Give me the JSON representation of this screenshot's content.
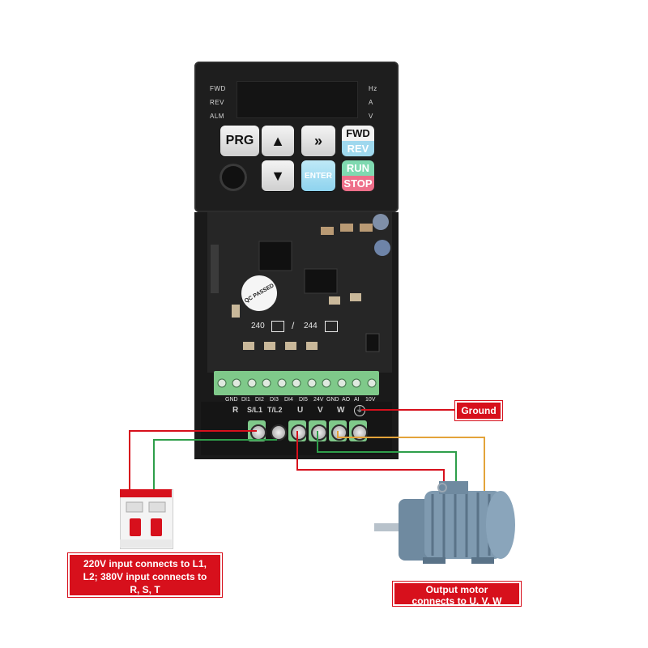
{
  "keypad": {
    "indicators_left": [
      "FWD",
      "REV",
      "ALM"
    ],
    "indicators_right": [
      "Hz",
      "A",
      "V"
    ],
    "keys": {
      "prg": "PRG",
      "fwd": "FWD",
      "rev": "REV",
      "enter": "ENTER",
      "run": "RUN",
      "stop": "STOP"
    }
  },
  "pcb": {
    "model_code": "240",
    "model_code_alt": "244",
    "badge": "QC PASSED",
    "control_terminals": [
      "GND",
      "DI1",
      "DI2",
      "DI3",
      "DI4",
      "DI5",
      "24V",
      "GND",
      "AO",
      "AI",
      "10V"
    ],
    "power_terminals": [
      "R",
      "S/L1",
      "T/L2",
      "U",
      "V",
      "W"
    ]
  },
  "callouts": {
    "ground": "Ground",
    "input_line1": "220V input connects to L1,",
    "input_line2": "L2; 380V input connects to",
    "input_line3": "R, S, T",
    "output_line1": "Output motor",
    "output_line2": "connects to U, V, W"
  },
  "colors": {
    "callout_red": "#d7101c",
    "wire_red": "#d7101c",
    "wire_green": "#2e9e4a",
    "wire_orange": "#e3a33a",
    "terminal_green": "#7fc98a",
    "motor_blue": "#6f8aa0"
  }
}
